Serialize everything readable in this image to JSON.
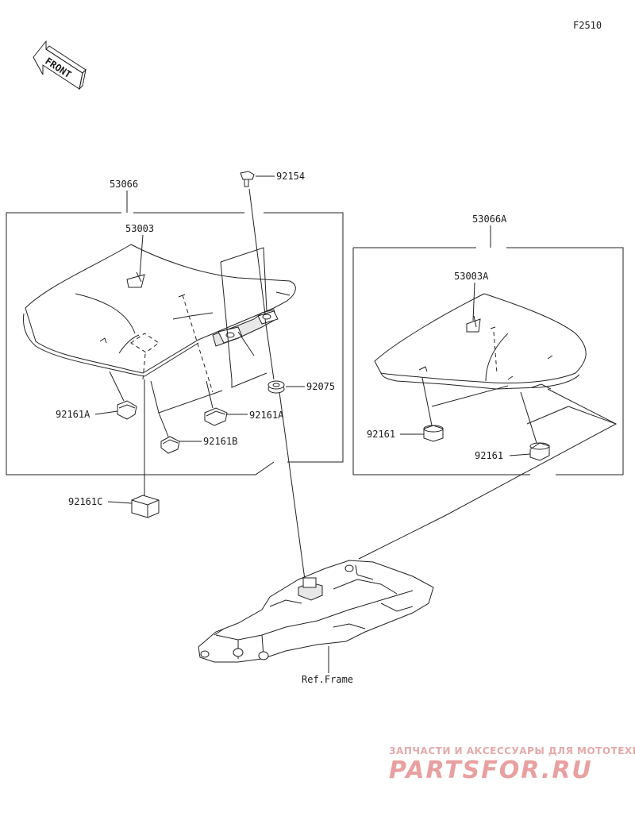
{
  "figure_code": "F2510",
  "front_label": "FRONT",
  "parts": {
    "seat_assy_front": "53066",
    "seat_assy_rear": "53066A",
    "seat_front": "53003",
    "seat_rear": "53003A",
    "bolt": "92154",
    "grommet": "92075",
    "damper_a_left": "92161A",
    "damper_a_right": "92161A",
    "damper_b": "92161B",
    "damper_c": "92161C",
    "damper_rear_1": "92161",
    "damper_rear_2": "92161"
  },
  "ref_frame": "Ref.Frame",
  "watermark": {
    "tagline": "ЗАПЧАСТИ И АКСЕССУАРЫ ДЛЯ МОТОТЕХНИКИ",
    "brand": "PARTSFOR.RU"
  }
}
